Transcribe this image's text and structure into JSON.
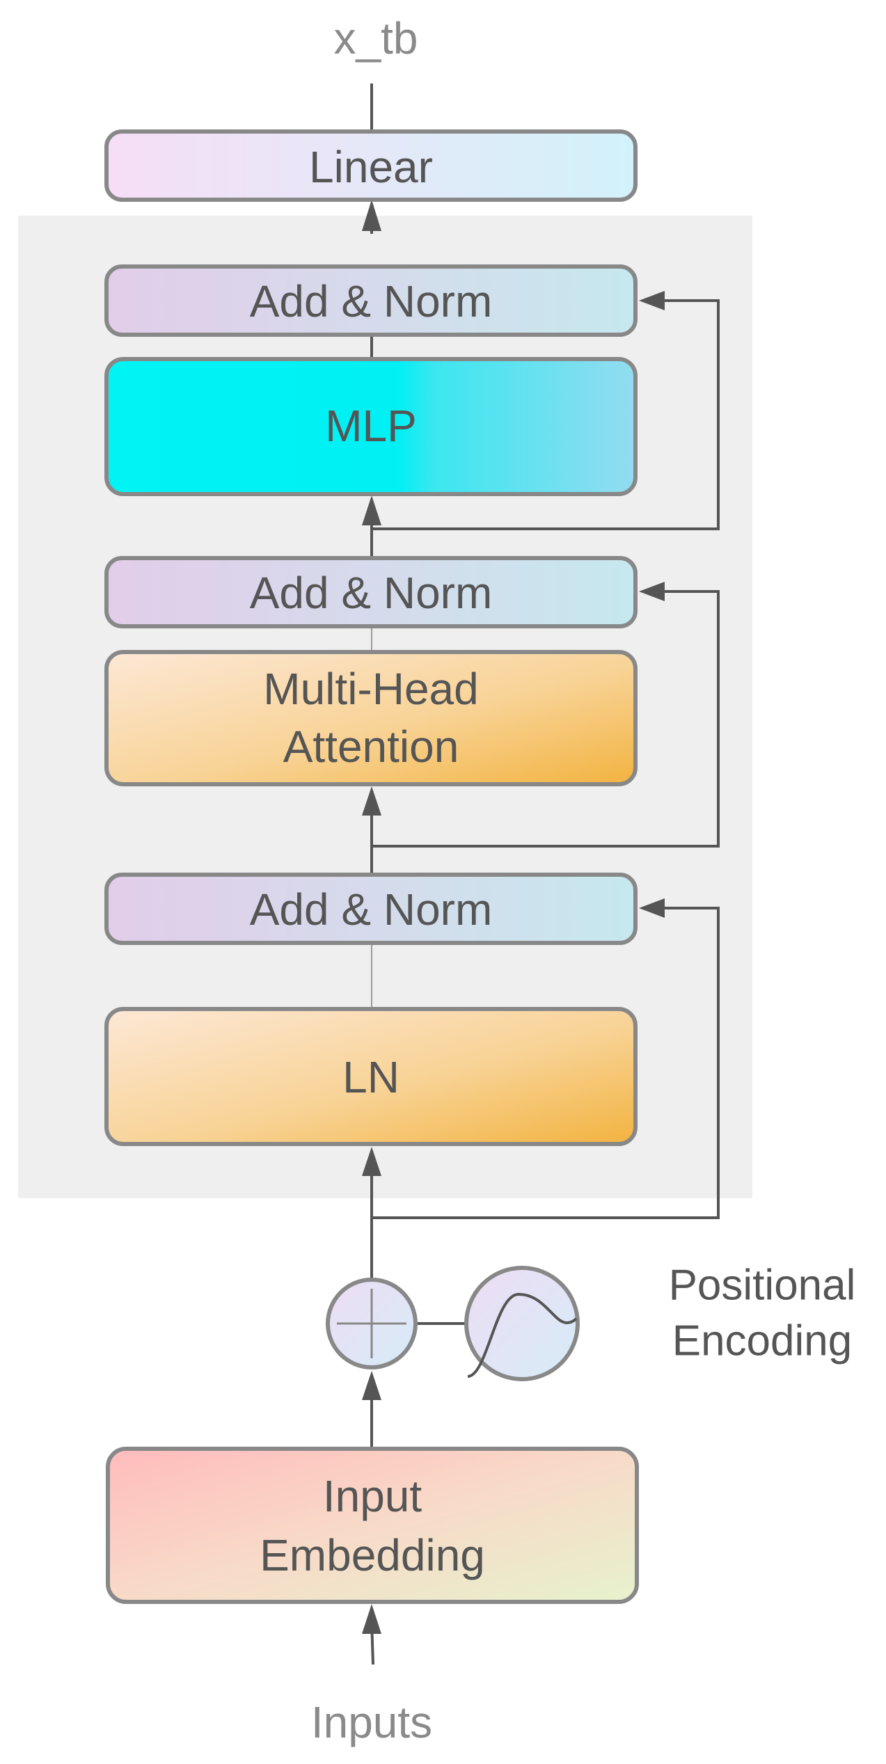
{
  "output_label": "x_tb",
  "input_label": "Inputs",
  "blocks": {
    "linear": "Linear",
    "add_norm_top": "Add & Norm",
    "mlp": "MLP",
    "add_norm_middle": "Add & Norm",
    "attention_line1": "Multi-Head",
    "attention_line2": "Attention",
    "add_norm_bottom": "Add & Norm",
    "ln": "LN",
    "embedding_line1": "Input",
    "embedding_line2": "Embedding"
  },
  "positional_encoding": {
    "line1": "Positional",
    "line2": "Encoding"
  },
  "colors": {
    "encoder_background": "#efefef",
    "add_norm_gradient": [
      "#e2cde9",
      "#c6e8ef"
    ],
    "linear_gradient": [
      "#f6def6",
      "#d2f2fb"
    ],
    "mlp_gradient": [
      "#00f4f4",
      "#93dcf0"
    ],
    "attention_gradient": [
      "#fde8d6",
      "#f2b340"
    ],
    "embedding_gradient": [
      "#ffbcbc",
      "#e6f2cd"
    ],
    "circle_fill": "#dfe8f8",
    "connector": "#555555",
    "box_border": "#888888"
  }
}
